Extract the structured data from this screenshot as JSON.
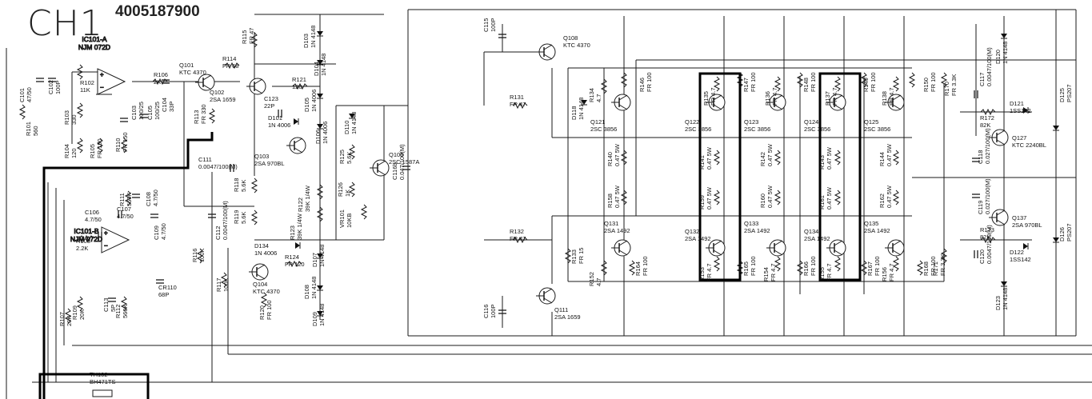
{
  "header": {
    "channel_title": "CH1",
    "part_number": "4005187900"
  },
  "colors": {
    "wire": "#1a1a1a",
    "background": "#ffffff",
    "highlight_box": "#000000"
  },
  "opamps": [
    {
      "ref": "IC101-A",
      "type": "NJM 072D"
    },
    {
      "ref": "IC101-B",
      "type": "NJM 072D"
    }
  ],
  "transistors": [
    {
      "ref": "Q101",
      "type": "KTC 4370"
    },
    {
      "ref": "Q102",
      "type": "2SA 1659"
    },
    {
      "ref": "Q103",
      "type": "2SA 970BL"
    },
    {
      "ref": "Q104",
      "type": "KTC 4370"
    },
    {
      "ref": "Q105",
      "type": "2SC 1587A"
    },
    {
      "ref": "Q108",
      "type": "KTC 4370"
    },
    {
      "ref": "Q111",
      "type": "2SA 1659"
    },
    {
      "ref": "Q121",
      "type": "2SC 3856"
    },
    {
      "ref": "Q122",
      "type": "2SC 3856"
    },
    {
      "ref": "Q123",
      "type": "2SC 3856"
    },
    {
      "ref": "Q124",
      "type": "2SC 3856"
    },
    {
      "ref": "Q125",
      "type": "2SC 3856"
    },
    {
      "ref": "Q127",
      "type": "KTC 2240BL"
    },
    {
      "ref": "Q131",
      "type": "2SA 1492"
    },
    {
      "ref": "Q132",
      "type": "2SA 1492"
    },
    {
      "ref": "Q133",
      "type": "2SA 1492"
    },
    {
      "ref": "Q134",
      "type": "2SA 1492"
    },
    {
      "ref": "Q135",
      "type": "2SA 1492"
    },
    {
      "ref": "Q137",
      "type": "2SA 970BL"
    }
  ],
  "diodes": [
    {
      "ref": "D101",
      "type": "1N 4006"
    },
    {
      "ref": "D103",
      "type": "1N 4148"
    },
    {
      "ref": "D104",
      "type": "1N 4148"
    },
    {
      "ref": "D105",
      "type": "1N 4006"
    },
    {
      "ref": "D106",
      "type": "1N 4006"
    },
    {
      "ref": "D107",
      "type": "1N 4148"
    },
    {
      "ref": "D108",
      "type": "1N 4148"
    },
    {
      "ref": "D109",
      "type": "1N 4148"
    },
    {
      "ref": "D110",
      "type": "1N 4148"
    },
    {
      "ref": "D118",
      "type": "1N 4148"
    },
    {
      "ref": "D120",
      "type": "1N 4148"
    },
    {
      "ref": "D121",
      "type": "1SS142"
    },
    {
      "ref": "D122",
      "type": "1SS142"
    },
    {
      "ref": "D123",
      "type": "1N 4148"
    },
    {
      "ref": "D125",
      "type": "PS207"
    },
    {
      "ref": "D126",
      "type": "PS207"
    },
    {
      "ref": "D134",
      "type": "1N 4006"
    }
  ],
  "resistors": [
    {
      "ref": "R101",
      "value": "560"
    },
    {
      "ref": "R102",
      "value": "11K"
    },
    {
      "ref": "R103",
      "value": "330"
    },
    {
      "ref": "R104",
      "value": "120"
    },
    {
      "ref": "R105",
      "value": "FR 150"
    },
    {
      "ref": "R106",
      "value": "2K"
    },
    {
      "ref": "R107",
      "value": "20K"
    },
    {
      "ref": "R108",
      "value": "2.2K"
    },
    {
      "ref": "R109",
      "value": "20K"
    },
    {
      "ref": "R110",
      "value": "FR 150"
    },
    {
      "ref": "R111",
      "value": "560K"
    },
    {
      "ref": "R112",
      "value": "560K"
    },
    {
      "ref": "R113",
      "value": "FR 330"
    },
    {
      "ref": "R114",
      "value": "FR 68"
    },
    {
      "ref": "R115",
      "value": "FR 47"
    },
    {
      "ref": "R116",
      "value": "100K"
    },
    {
      "ref": "R117",
      "value": "100K"
    },
    {
      "ref": "R118",
      "value": "5.6K"
    },
    {
      "ref": "R119",
      "value": "5.6K"
    },
    {
      "ref": "R120",
      "value": "FR 100"
    },
    {
      "ref": "R121",
      "value": "120"
    },
    {
      "ref": "R122",
      "value": "39K 1/4W"
    },
    {
      "ref": "R123",
      "value": "39K 1/4W"
    },
    {
      "ref": "R124",
      "value": "FR 120"
    },
    {
      "ref": "R125",
      "value": "5.6K"
    },
    {
      "ref": "R126",
      "value": "1K"
    },
    {
      "ref": "R131",
      "value": "FR 47"
    },
    {
      "ref": "R132",
      "value": "FR 47"
    },
    {
      "ref": "R133",
      "value": "FR 15"
    },
    {
      "ref": "R134",
      "value": "4.7"
    },
    {
      "ref": "R135",
      "value": "FR 4.7"
    },
    {
      "ref": "R136",
      "value": "FR 4.7"
    },
    {
      "ref": "R137",
      "value": "FR 4.7"
    },
    {
      "ref": "R138",
      "value": "FR 4.7"
    },
    {
      "ref": "R140",
      "value": "0.47 5W"
    },
    {
      "ref": "R141",
      "value": "0.47 5W"
    },
    {
      "ref": "R142",
      "value": "0.47 5W"
    },
    {
      "ref": "R143",
      "value": "0.47 5W"
    },
    {
      "ref": "R144",
      "value": "0.47 5W"
    },
    {
      "ref": "R146",
      "value": "FR 100"
    },
    {
      "ref": "R147",
      "value": "FR 100"
    },
    {
      "ref": "R148",
      "value": "FR 100"
    },
    {
      "ref": "R149",
      "value": "FR 100"
    },
    {
      "ref": "R150",
      "value": "FR 100"
    },
    {
      "ref": "R152",
      "value": "4.7"
    },
    {
      "ref": "R153",
      "value": "FR 4.7"
    },
    {
      "ref": "R154",
      "value": "FR 4.7"
    },
    {
      "ref": "R155",
      "value": "FR 4.7"
    },
    {
      "ref": "R156",
      "value": "FR 4.7"
    },
    {
      "ref": "R158",
      "value": "0.47 5W"
    },
    {
      "ref": "R159",
      "value": "0.47 5W"
    },
    {
      "ref": "R160",
      "value": "0.47 5W"
    },
    {
      "ref": "R161",
      "value": "0.47 5W"
    },
    {
      "ref": "R162",
      "value": "0.47 5W"
    },
    {
      "ref": "R164",
      "value": "FR 100"
    },
    {
      "ref": "R165",
      "value": "FR 100"
    },
    {
      "ref": "R166",
      "value": "FR 100"
    },
    {
      "ref": "R167",
      "value": "FR 100"
    },
    {
      "ref": "R168",
      "value": "FR 100"
    },
    {
      "ref": "R170",
      "value": "FR 3.3K"
    },
    {
      "ref": "R171",
      "value": "FR 3.3K"
    },
    {
      "ref": "R172",
      "value": "82K"
    },
    {
      "ref": "R173",
      "value": "82K"
    },
    {
      "ref": "VR101",
      "value": "10KB"
    }
  ],
  "capacitors": [
    {
      "ref": "C101",
      "value": "47/50"
    },
    {
      "ref": "C102",
      "value": "100P"
    },
    {
      "ref": "C103",
      "value": "100/25"
    },
    {
      "ref": "C104",
      "value": "33P"
    },
    {
      "ref": "C105",
      "value": "100/25"
    },
    {
      "ref": "C106",
      "value": "4.7/50"
    },
    {
      "ref": "C107",
      "value": "4.7/50"
    },
    {
      "ref": "C108",
      "value": "4.7/50"
    },
    {
      "ref": "C109",
      "value": "4.7/50"
    },
    {
      "ref": "C111",
      "value": "0.0047/100(M)"
    },
    {
      "ref": "C112",
      "value": "0.0047/100(M)"
    },
    {
      "ref": "C113",
      "value": "5P"
    },
    {
      "ref": "C115",
      "value": "100P"
    },
    {
      "ref": "C116",
      "value": "100P"
    },
    {
      "ref": "C117",
      "value": "0.0047/100(M)"
    },
    {
      "ref": "C118",
      "value": "0.027/100(M)"
    },
    {
      "ref": "C119",
      "value": "0.027/100(M)"
    },
    {
      "ref": "C120",
      "value": "0.0047/100(M)"
    },
    {
      "ref": "C123",
      "value": "22P"
    },
    {
      "ref": "C116b",
      "value": "0.047/100(M)"
    },
    {
      "ref": "CR110",
      "value": "68P"
    }
  ],
  "thermistor": {
    "ref": "TH102",
    "type": "BH471TS"
  }
}
